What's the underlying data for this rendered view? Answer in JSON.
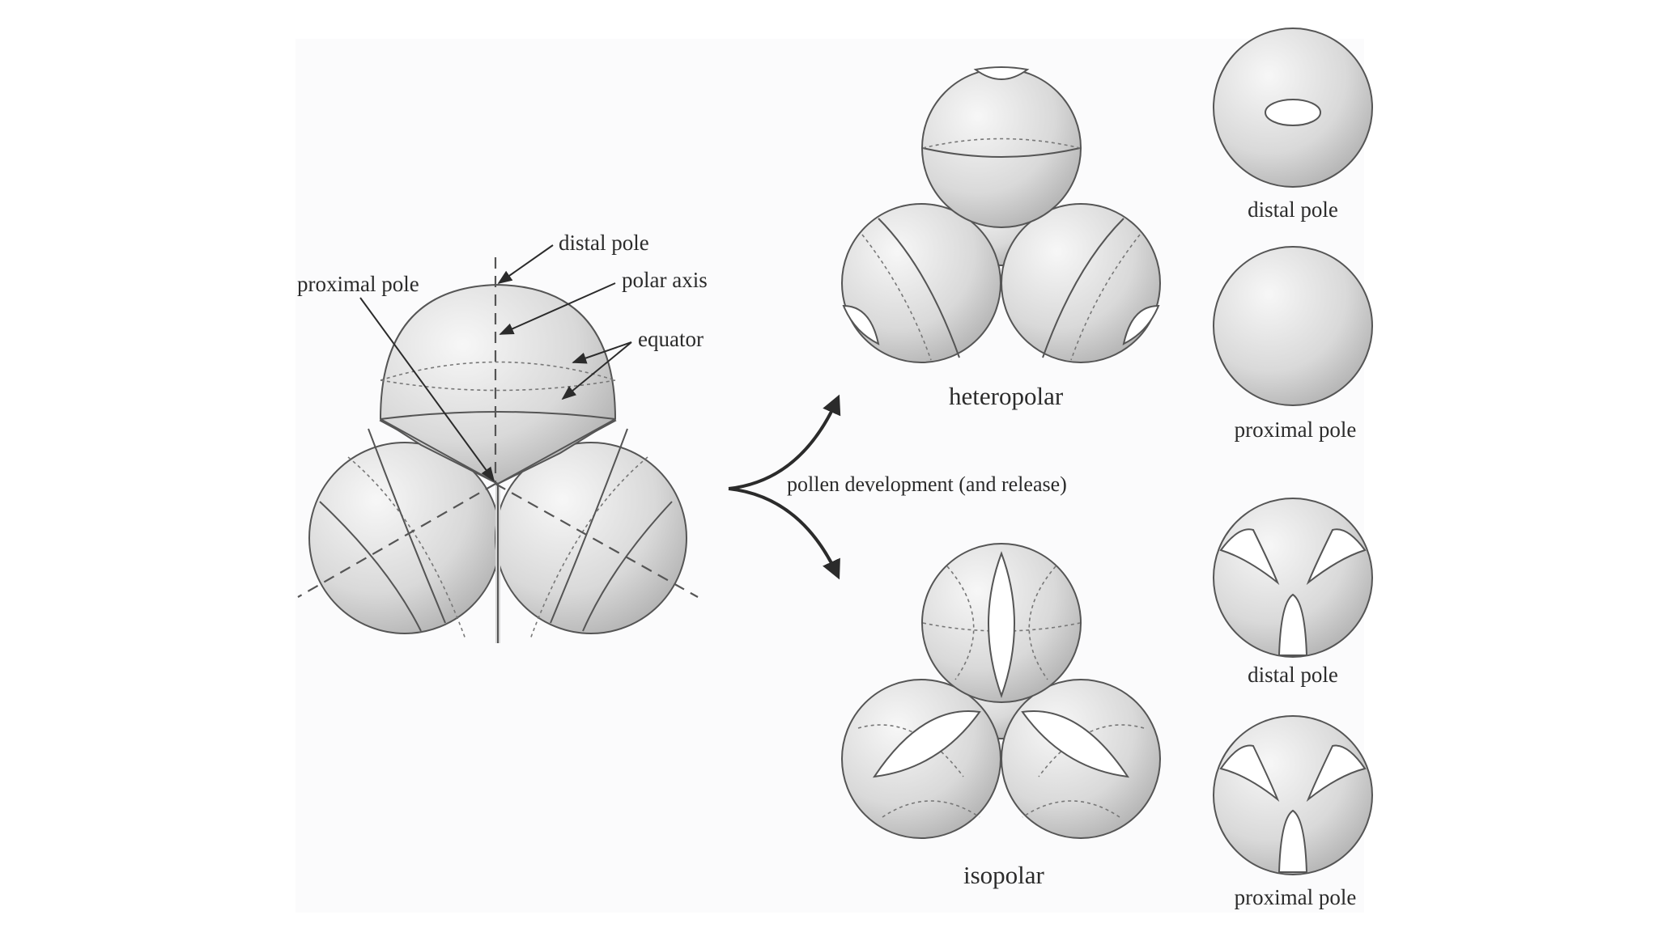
{
  "labels": {
    "distal_pole": "distal pole",
    "proximal_pole": "proximal pole",
    "polar_axis": "polar axis",
    "equator": "equator",
    "pollen_development": "pollen development (and release)",
    "heteropolar": "heteropolar",
    "isopolar": "isopolar"
  },
  "side_views": [
    {
      "label": "distal pole",
      "type": "hetero-distal"
    },
    {
      "label": "proximal pole",
      "type": "hetero-proximal"
    },
    {
      "label": "distal pole",
      "type": "iso-distal"
    },
    {
      "label": "proximal pole",
      "type": "iso-proximal"
    }
  ],
  "colors": {
    "sphere_light": "#f4f4f4",
    "sphere_dark": "#b9b9b9",
    "line": "#555555",
    "background": "#ffffff"
  }
}
